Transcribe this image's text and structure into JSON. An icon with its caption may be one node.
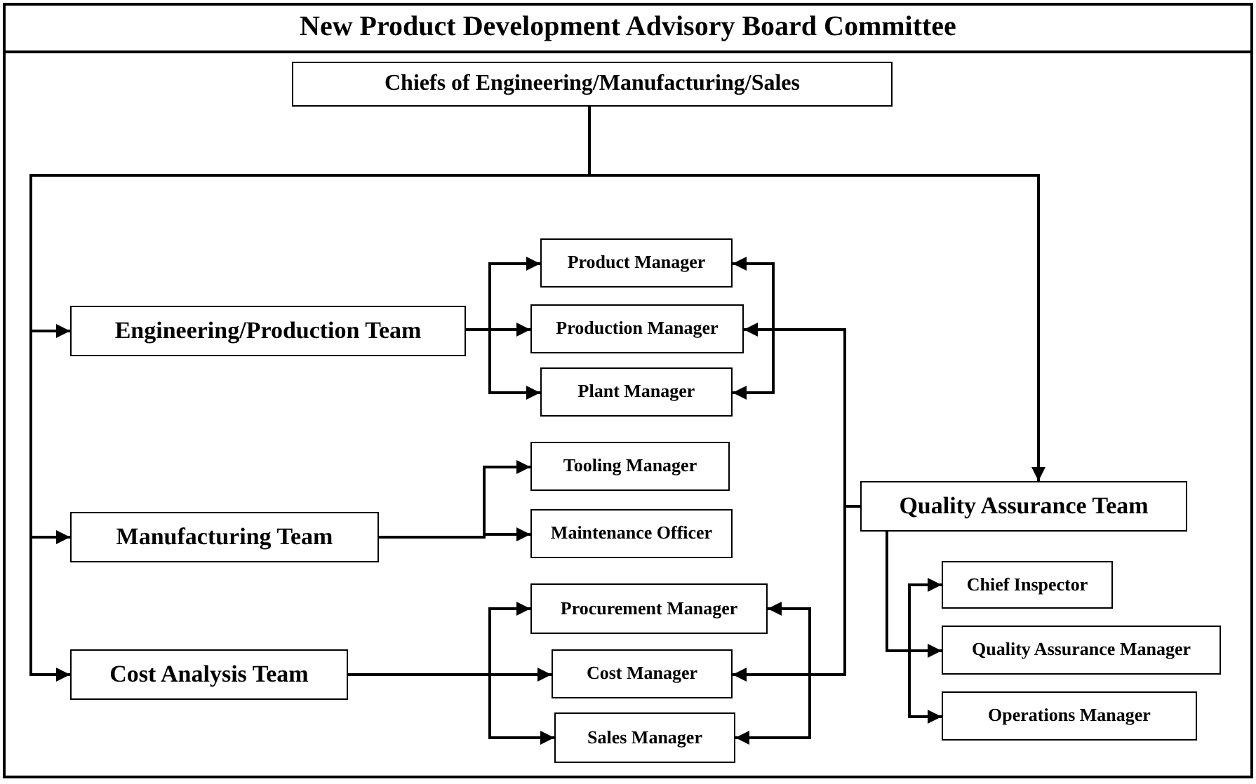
{
  "diagram": {
    "title": "New Product Development Advisory Board Committee",
    "nodes": [
      {
        "text": [
          "Chiefs of Engineering/Manufacturing/Sales"
        ]
      },
      {
        "text": [
          "Engineering/Production Team"
        ]
      },
      {
        "text": [
          "Product Manager"
        ]
      },
      {
        "text": [
          "Production Manager"
        ]
      },
      {
        "text": [
          "Plant Manager"
        ]
      },
      {
        "text": [
          "Tooling Manager"
        ]
      },
      {
        "text": [
          "Manufacturing Team"
        ]
      },
      {
        "text": [
          "Maintenance Officer"
        ]
      },
      {
        "text": [
          "Quality Assurance Team"
        ]
      },
      {
        "text": [
          "Chief Inspector"
        ]
      },
      {
        "text": [
          "Procurement Manager"
        ]
      },
      {
        "text": [
          "Cost Analysis Team"
        ]
      },
      {
        "text": [
          "Cost Manager"
        ]
      },
      {
        "text": [
          "Quality Assurance Manager"
        ]
      },
      {
        "text": [
          "Sales Manager"
        ]
      },
      {
        "text": [
          "Operations Manager"
        ]
      }
    ],
    "edges": [
      {
        "from": 0,
        "to": 1,
        "arrow": "to"
      },
      {
        "from": 0,
        "to": 6,
        "arrow": "to"
      },
      {
        "from": 0,
        "to": 11,
        "arrow": "to"
      },
      {
        "from": 0,
        "to": 8,
        "arrow": "to"
      },
      {
        "from": 1,
        "to": 2,
        "arrow": "to"
      },
      {
        "from": 1,
        "to": 3,
        "arrow": "to"
      },
      {
        "from": 1,
        "to": 4,
        "arrow": "to"
      },
      {
        "from": 6,
        "to": 5,
        "arrow": "to"
      },
      {
        "from": 6,
        "to": 7,
        "arrow": "to"
      },
      {
        "from": 11,
        "to": 10,
        "arrow": "to"
      },
      {
        "from": 11,
        "to": 12,
        "arrow": "to"
      },
      {
        "from": 11,
        "to": 14,
        "arrow": "to"
      },
      {
        "from": 8,
        "to": 2,
        "arrow": "to"
      },
      {
        "from": 8,
        "to": 3,
        "arrow": "to"
      },
      {
        "from": 8,
        "to": 4,
        "arrow": "to"
      },
      {
        "from": 8,
        "to": 10,
        "arrow": "to"
      },
      {
        "from": 8,
        "to": 12,
        "arrow": "to"
      },
      {
        "from": 8,
        "to": 14,
        "arrow": "to"
      },
      {
        "from": 8,
        "to": 9,
        "arrow": "to"
      },
      {
        "from": 8,
        "to": 13,
        "arrow": "to"
      },
      {
        "from": 8,
        "to": 15,
        "arrow": "to"
      }
    ]
  }
}
